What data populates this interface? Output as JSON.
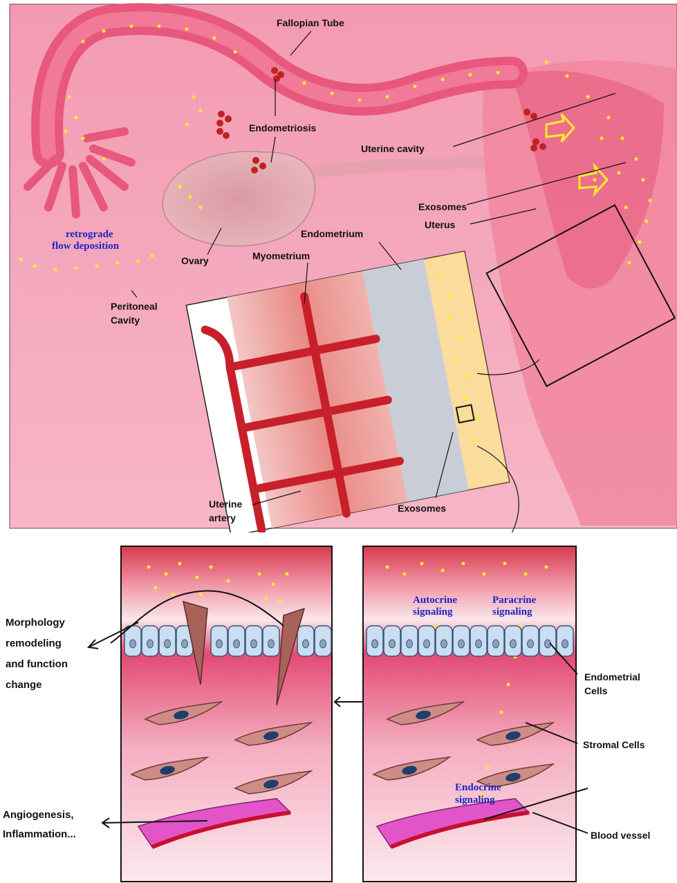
{
  "top": {
    "labels": {
      "fallopian_tube": "Fallopian Tube",
      "endometriosis": "Endometriosis",
      "uterine_cavity": "Uterine cavity",
      "exosomes_top": "Exosomes",
      "uterus": "Uterus",
      "retrograde_1": "retrograde",
      "retrograde_2": "flow deposition",
      "ovary": "Ovary",
      "peritoneal_1": "Peritoneal",
      "peritoneal_2": "Cavity",
      "endometrium": "Endometrium",
      "myometrium": "Myometrium",
      "uterine_artery_1": "Uterine",
      "uterine_artery_2": "artery",
      "exosomes_inset": "Exosomes"
    }
  },
  "bottom_left": {
    "labels": {
      "morphology_1": "Morphology",
      "morphology_2": "remodeling",
      "morphology_3": "and function",
      "morphology_4": "change",
      "angio_1": "Angiogenesis,",
      "angio_2": "Inflammation..."
    }
  },
  "bottom_right": {
    "labels": {
      "autocrine_1": "Autocrine",
      "autocrine_2": "signaling",
      "paracrine_1": "Paracrine",
      "paracrine_2": "signaling",
      "endocrine_1": "Endocrine",
      "endocrine_2": "signaling",
      "endometrial_1": "Endometrial",
      "endometrial_2": "Cells",
      "stromal": "Stromal Cells",
      "blood_vessel": "Blood vessel"
    }
  },
  "colors": {
    "background_pink": "#f4a6bb",
    "tube_pink": "#ec6f90",
    "exosome_yellow": "#f6ee2a",
    "artery_red": "#c8202b",
    "signal_blue": "#1f24c8"
  }
}
